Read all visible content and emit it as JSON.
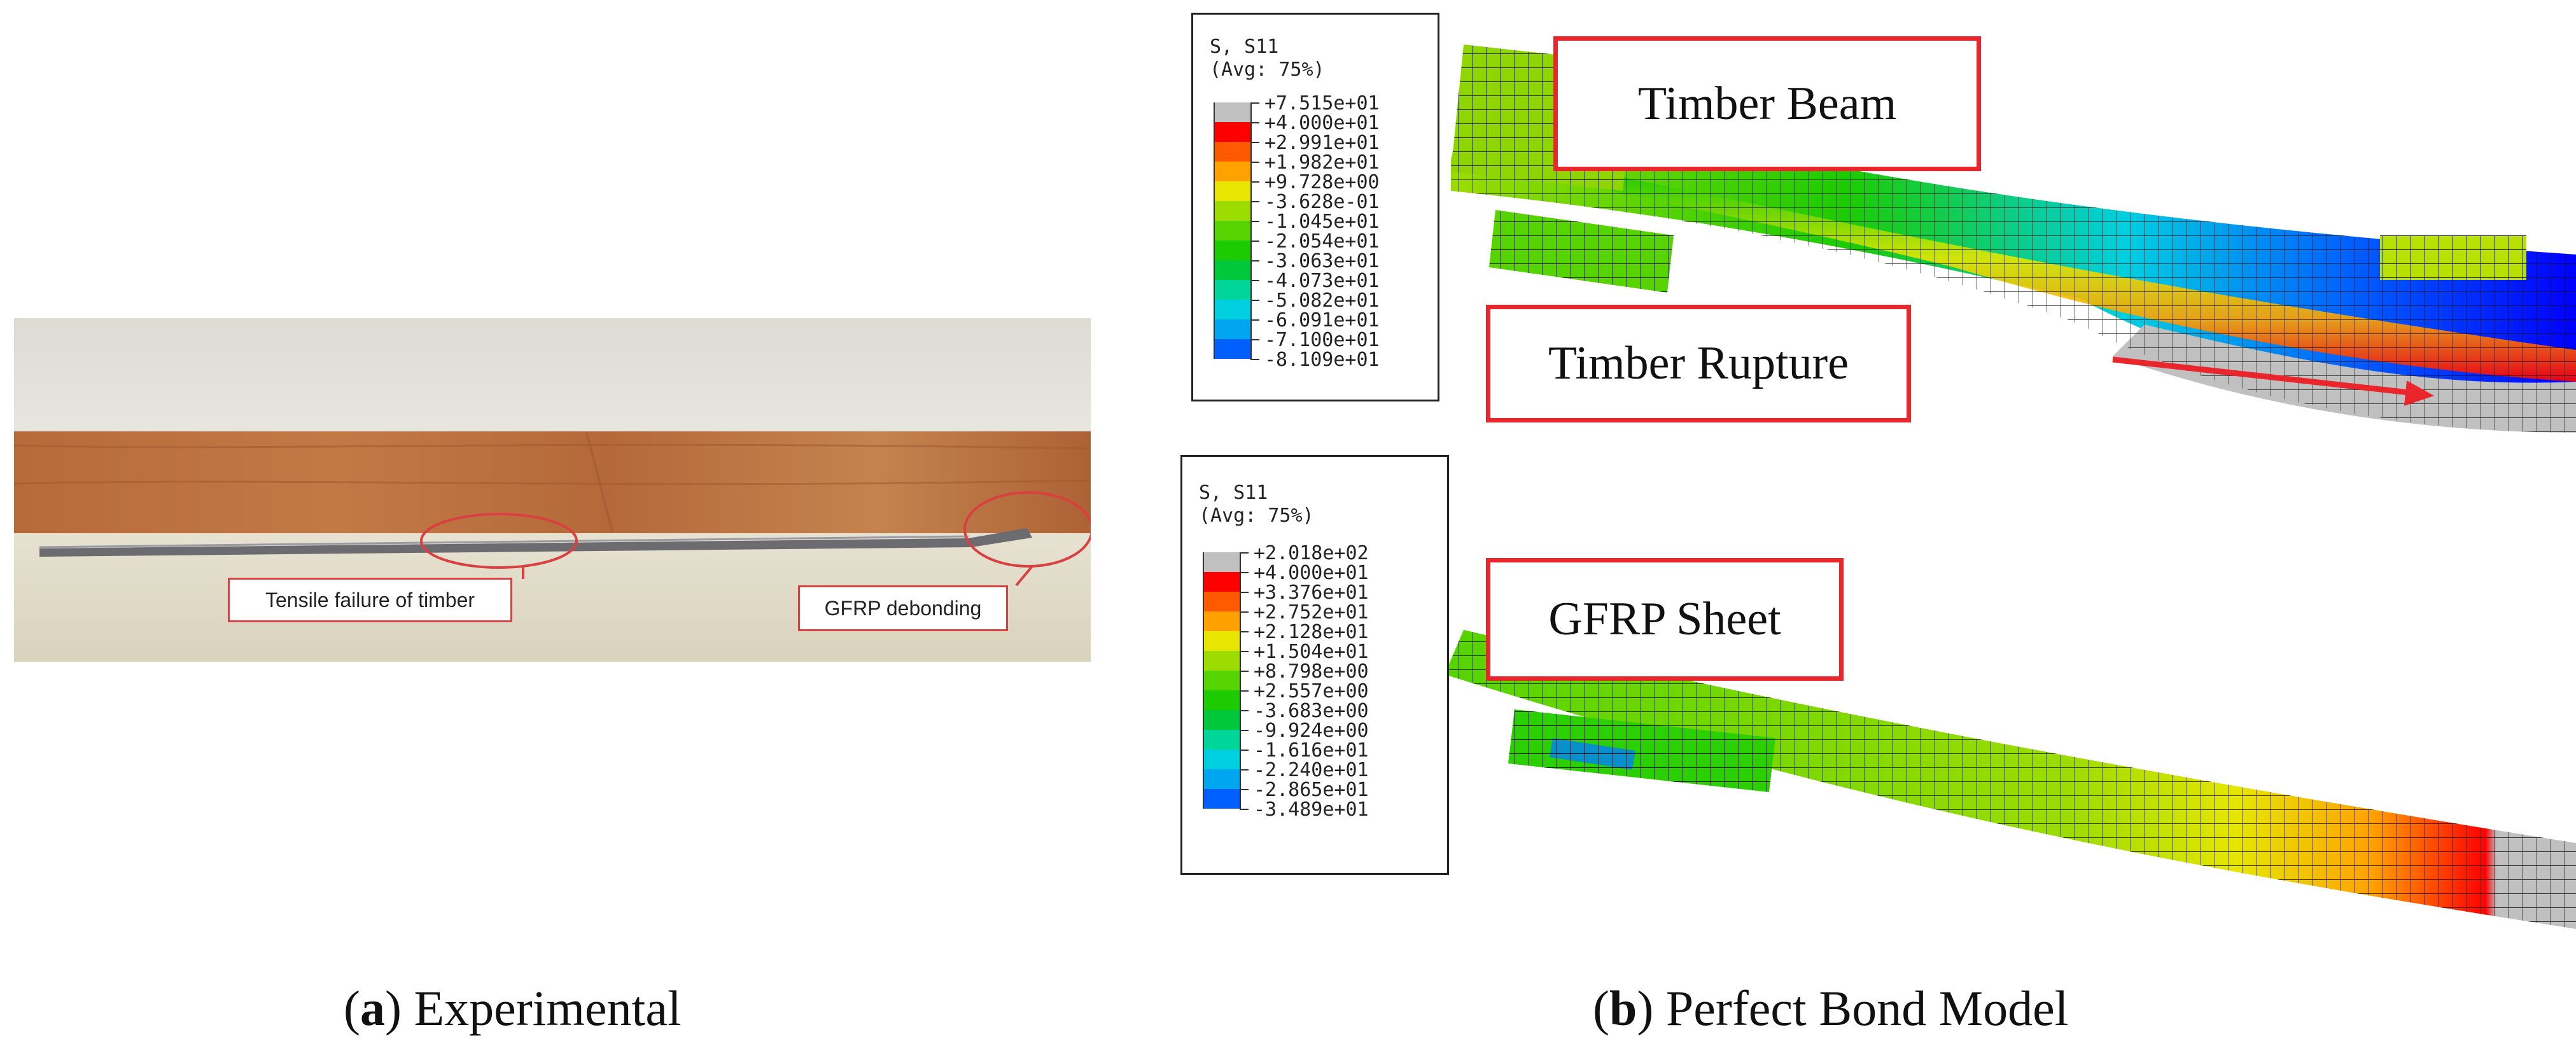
{
  "panel_a": {
    "photo_labels": {
      "tensile": "Tensile failure of timber",
      "debond": "GFRP debonding"
    },
    "caption": {
      "open": "(",
      "letter": "a",
      "rest": ") Experimental"
    }
  },
  "panel_b": {
    "legend_top": {
      "title": "S, S11",
      "avg": "(Avg: 75%)",
      "values": [
        "+7.515e+01",
        "+4.000e+01",
        "+2.991e+01",
        "+1.982e+01",
        "+9.728e+00",
        "-3.628e-01",
        "-1.045e+01",
        "-2.054e+01",
        "-3.063e+01",
        "-4.073e+01",
        "-5.082e+01",
        "-6.091e+01",
        "-7.100e+01",
        "-8.109e+01"
      ]
    },
    "legend_bottom": {
      "title": "S, S11",
      "avg": "(Avg: 75%)",
      "values": [
        "+2.018e+02",
        "+4.000e+01",
        "+3.376e+01",
        "+2.752e+01",
        "+2.128e+01",
        "+1.504e+01",
        "+8.798e+00",
        "+2.557e+00",
        "-3.683e+00",
        "-9.924e+00",
        "-1.616e+01",
        "-2.240e+01",
        "-2.865e+01",
        "-3.489e+01"
      ]
    },
    "callouts": {
      "timber_beam": "Timber Beam",
      "timber_rupture": "Timber Rupture",
      "gfrp_sheet": "GFRP Sheet"
    },
    "caption": {
      "open": "(",
      "letter": "b",
      "rest": ") Perfect Bond Model"
    }
  },
  "colors": {
    "callout_red": "#e8262b",
    "contour": [
      "#c0c0c0",
      "#ff0000",
      "#ff5a00",
      "#ffa200",
      "#e6e600",
      "#9cdc00",
      "#55d400",
      "#1ccc00",
      "#00c83a",
      "#00d69a",
      "#00cfe0",
      "#00a6f0",
      "#0060ff",
      "#0000ff"
    ]
  }
}
